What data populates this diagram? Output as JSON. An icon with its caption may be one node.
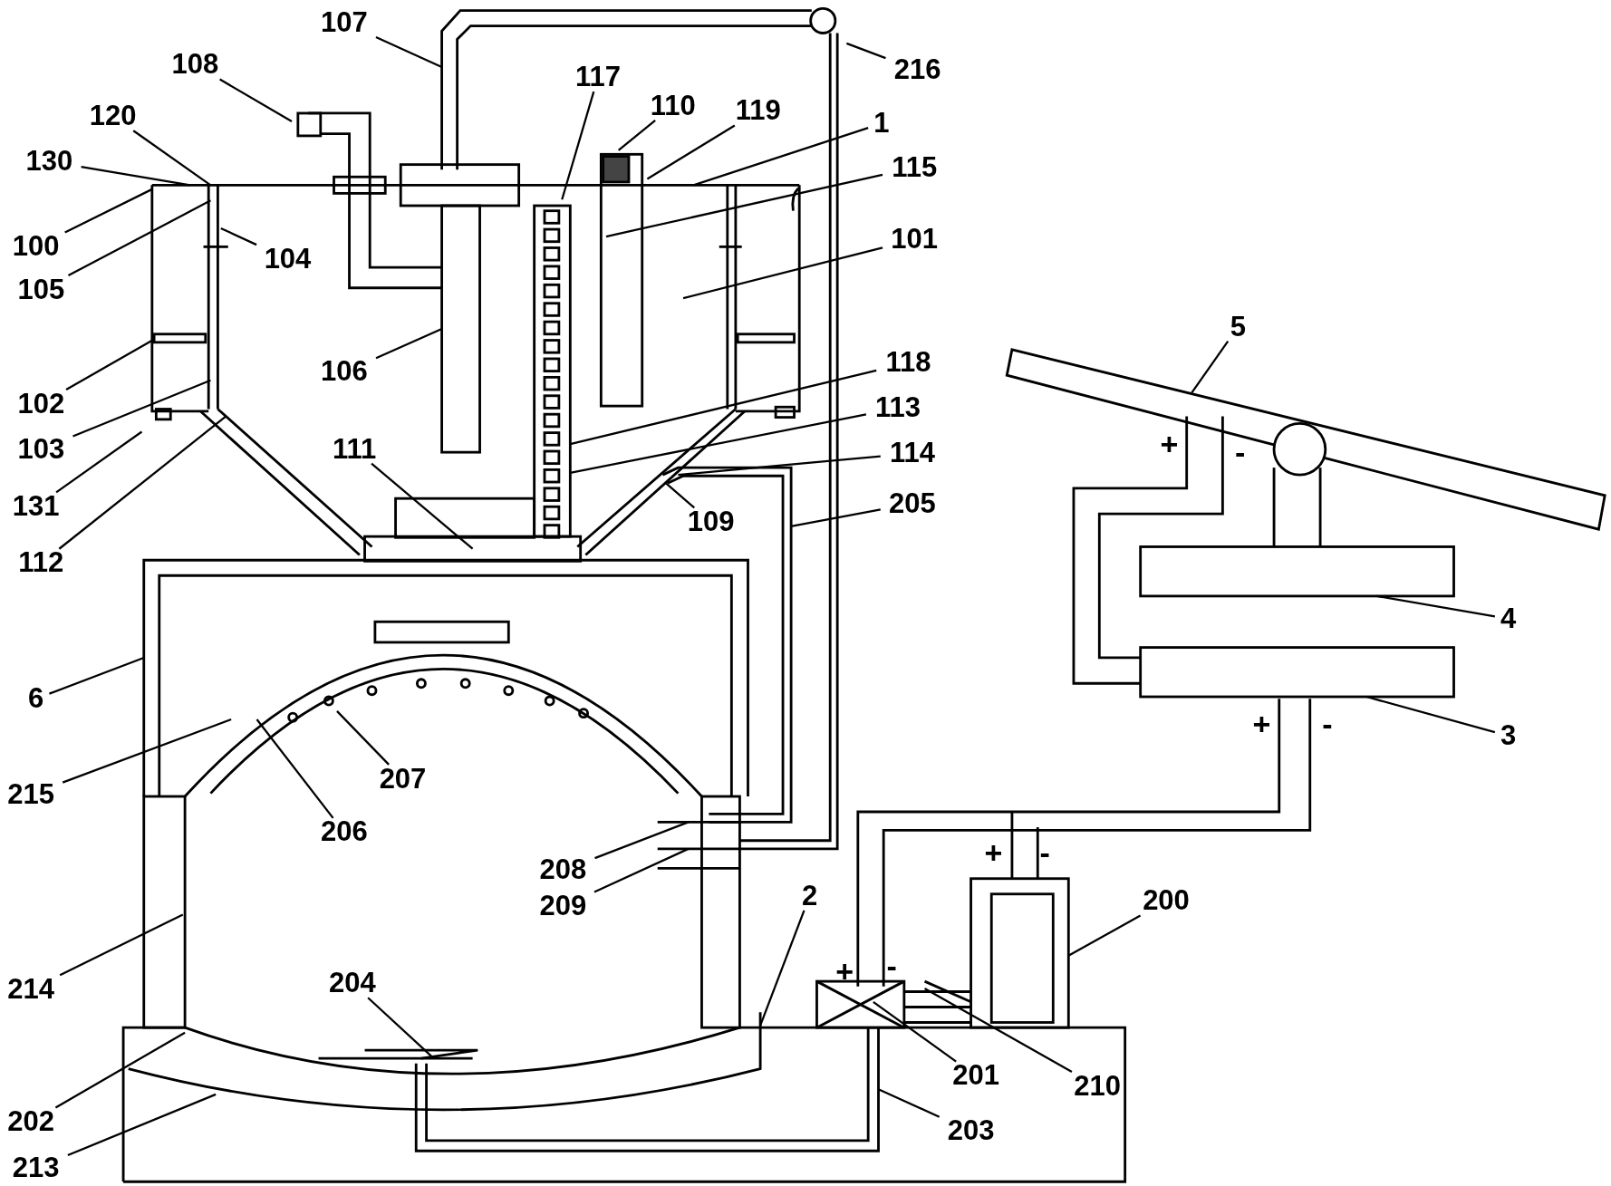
{
  "diagram": {
    "nodes": [
      {
        "text": [
          "107"
        ]
      },
      {
        "text": [
          "216"
        ]
      },
      {
        "text": [
          "108"
        ]
      },
      {
        "text": [
          "117"
        ]
      },
      {
        "text": [
          "110"
        ]
      },
      {
        "text": [
          "119"
        ]
      },
      {
        "text": [
          "120"
        ]
      },
      {
        "text": [
          "1"
        ]
      },
      {
        "text": [
          "130"
        ]
      },
      {
        "text": [
          "115"
        ]
      },
      {
        "text": [
          "101"
        ]
      },
      {
        "text": [
          "100"
        ]
      },
      {
        "text": [
          "104"
        ]
      },
      {
        "text": [
          "105"
        ]
      },
      {
        "text": [
          "5"
        ]
      },
      {
        "text": [
          "118"
        ]
      },
      {
        "text": [
          "106"
        ]
      },
      {
        "text": [
          "102"
        ]
      },
      {
        "text": [
          "113"
        ]
      },
      {
        "text": [
          "103"
        ]
      },
      {
        "text": [
          "111"
        ]
      },
      {
        "text": [
          "114"
        ]
      },
      {
        "text": [
          "205"
        ]
      },
      {
        "text": [
          "131"
        ]
      },
      {
        "text": [
          "109"
        ]
      },
      {
        "text": [
          "112"
        ]
      },
      {
        "text": [
          "4"
        ]
      },
      {
        "text": [
          "6"
        ]
      },
      {
        "text": [
          "3"
        ]
      },
      {
        "text": [
          "207"
        ]
      },
      {
        "text": [
          "215"
        ]
      },
      {
        "text": [
          "206"
        ]
      },
      {
        "text": [
          "208"
        ]
      },
      {
        "text": [
          "2"
        ]
      },
      {
        "text": [
          "200"
        ]
      },
      {
        "text": [
          "209"
        ]
      },
      {
        "text": [
          "204"
        ]
      },
      {
        "text": [
          "214"
        ]
      },
      {
        "text": [
          "201"
        ]
      },
      {
        "text": [
          "210"
        ]
      },
      {
        "text": [
          "202"
        ]
      },
      {
        "text": [
          "203"
        ]
      },
      {
        "text": [
          "213"
        ]
      }
    ],
    "edges": [
      {
        "from": 0,
        "to": null,
        "arrow": "none"
      },
      {
        "from": 1,
        "to": null,
        "arrow": "none"
      },
      {
        "from": 2,
        "to": null,
        "arrow": "none"
      },
      {
        "from": 3,
        "to": null,
        "arrow": "none"
      },
      {
        "from": 4,
        "to": null,
        "arrow": "none"
      },
      {
        "from": 5,
        "to": null,
        "arrow": "none"
      },
      {
        "from": 6,
        "to": null,
        "arrow": "none"
      },
      {
        "from": 7,
        "to": null,
        "arrow": "none"
      },
      {
        "from": 8,
        "to": null,
        "arrow": "none"
      },
      {
        "from": 9,
        "to": null,
        "arrow": "none"
      },
      {
        "from": 10,
        "to": null,
        "arrow": "none"
      },
      {
        "from": 11,
        "to": null,
        "arrow": "none"
      },
      {
        "from": 12,
        "to": null,
        "arrow": "none"
      },
      {
        "from": 13,
        "to": null,
        "arrow": "none"
      },
      {
        "from": 14,
        "to": null,
        "arrow": "none"
      },
      {
        "from": 15,
        "to": null,
        "arrow": "none"
      },
      {
        "from": 16,
        "to": null,
        "arrow": "none"
      },
      {
        "from": 17,
        "to": null,
        "arrow": "none"
      },
      {
        "from": 18,
        "to": null,
        "arrow": "none"
      },
      {
        "from": 19,
        "to": null,
        "arrow": "none"
      },
      {
        "from": 20,
        "to": null,
        "arrow": "none"
      },
      {
        "from": 21,
        "to": null,
        "arrow": "none"
      },
      {
        "from": 22,
        "to": null,
        "arrow": "none"
      },
      {
        "from": 23,
        "to": null,
        "arrow": "none"
      },
      {
        "from": 24,
        "to": null,
        "arrow": "none"
      },
      {
        "from": 25,
        "to": null,
        "arrow": "none"
      },
      {
        "from": 26,
        "to": null,
        "arrow": "none"
      },
      {
        "from": 27,
        "to": null,
        "arrow": "none"
      },
      {
        "from": 28,
        "to": null,
        "arrow": "none"
      },
      {
        "from": 29,
        "to": null,
        "arrow": "none"
      },
      {
        "from": 30,
        "to": null,
        "arrow": "none"
      },
      {
        "from": 31,
        "to": null,
        "arrow": "none"
      },
      {
        "from": 32,
        "to": null,
        "arrow": "none"
      },
      {
        "from": 33,
        "to": null,
        "arrow": "none"
      },
      {
        "from": 34,
        "to": null,
        "arrow": "none"
      },
      {
        "from": 35,
        "to": null,
        "arrow": "none"
      },
      {
        "from": 36,
        "to": null,
        "arrow": "none"
      },
      {
        "from": 37,
        "to": null,
        "arrow": "none"
      },
      {
        "from": 38,
        "to": null,
        "arrow": "none"
      },
      {
        "from": 39,
        "to": null,
        "arrow": "none"
      },
      {
        "from": 40,
        "to": null,
        "arrow": "none"
      },
      {
        "from": 41,
        "to": null,
        "arrow": "none"
      },
      {
        "from": 42,
        "to": null,
        "arrow": "none"
      }
    ],
    "labels": [
      "+",
      "-",
      "+",
      "-",
      "+",
      "-",
      "+",
      "-"
    ]
  }
}
